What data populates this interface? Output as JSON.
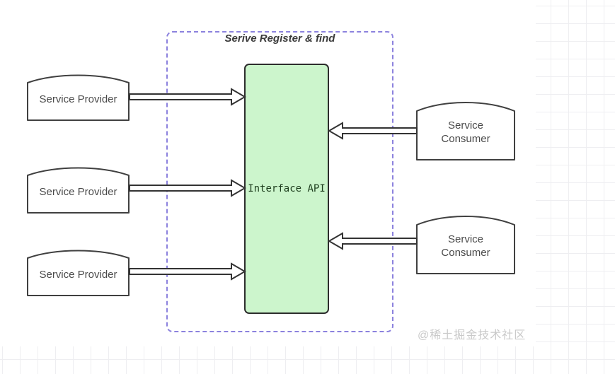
{
  "diagram": {
    "region": {
      "title": "Serive Register & find",
      "border_color": "#8c82de"
    },
    "center_box": {
      "label": "Interface API",
      "fill_color": "#ccf5cc",
      "border_color": "#2d2d2d",
      "text_color": "#1d3d1d"
    },
    "providers": [
      {
        "label": "Service Provider"
      },
      {
        "label": "Service Provider"
      },
      {
        "label": "Service Provider"
      }
    ],
    "consumers": [
      {
        "label": "Service Consumer"
      },
      {
        "label": "Service Consumer"
      }
    ],
    "arrows": {
      "provider_to_api_count": 3,
      "consumer_to_api_count": 2,
      "outline_color": "#333333",
      "fill_color": "#ffffff"
    },
    "watermark": "@稀土掘金技术社区",
    "background": {
      "grid_line_color": "#eeeef1",
      "canvas_color": "#ffffff"
    }
  }
}
